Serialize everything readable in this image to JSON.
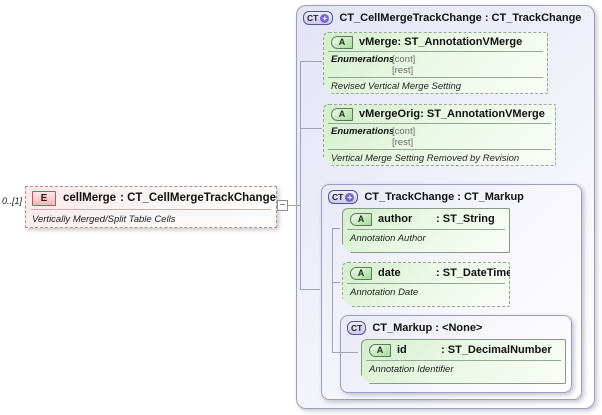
{
  "icons": {
    "element": "E",
    "attribute": "A",
    "complex_type": "CT",
    "plus": "+",
    "collapse": "−"
  },
  "colors": {
    "element_accent": "#f2b6b6",
    "attribute_accent": "#a6da9a",
    "container_accent": "#e3e3f5",
    "connector": "#a2a2b6"
  },
  "diagram": {
    "cardinality": "0..[1]",
    "element": {
      "name": "cellMerge",
      "type": "CT_CellMergeTrackChange",
      "annotation": "Vertically Merged/Split Table Cells"
    },
    "root": {
      "title": "CT_CellMergeTrackChange : CT_TrackChange",
      "attributes": [
        {
          "name": "vMerge",
          "type": "ST_AnnotationVMerge",
          "facet_label": "Enumerations",
          "facet_values": [
            "[cont]",
            "[rest]"
          ],
          "annotation": "Revised Vertical Merge Setting"
        },
        {
          "name": "vMergeOrig",
          "type": "ST_AnnotationVMerge",
          "facet_label": "Enumerations",
          "facet_values": [
            "[cont]",
            "[rest]"
          ],
          "annotation": "Vertical Merge Setting Removed by Revision"
        }
      ],
      "group": {
        "title": "CT_TrackChange : CT_Markup",
        "attributes": [
          {
            "name": "author",
            "type": "ST_String",
            "annotation": "Annotation Author"
          },
          {
            "name": "date",
            "type": "ST_DateTime",
            "annotation": "Annotation Date"
          }
        ],
        "group": {
          "title": "CT_Markup : <None>",
          "attributes": [
            {
              "name": "id",
              "type": "ST_DecimalNumber",
              "annotation": "Annotation Identifier"
            }
          ]
        }
      }
    }
  }
}
